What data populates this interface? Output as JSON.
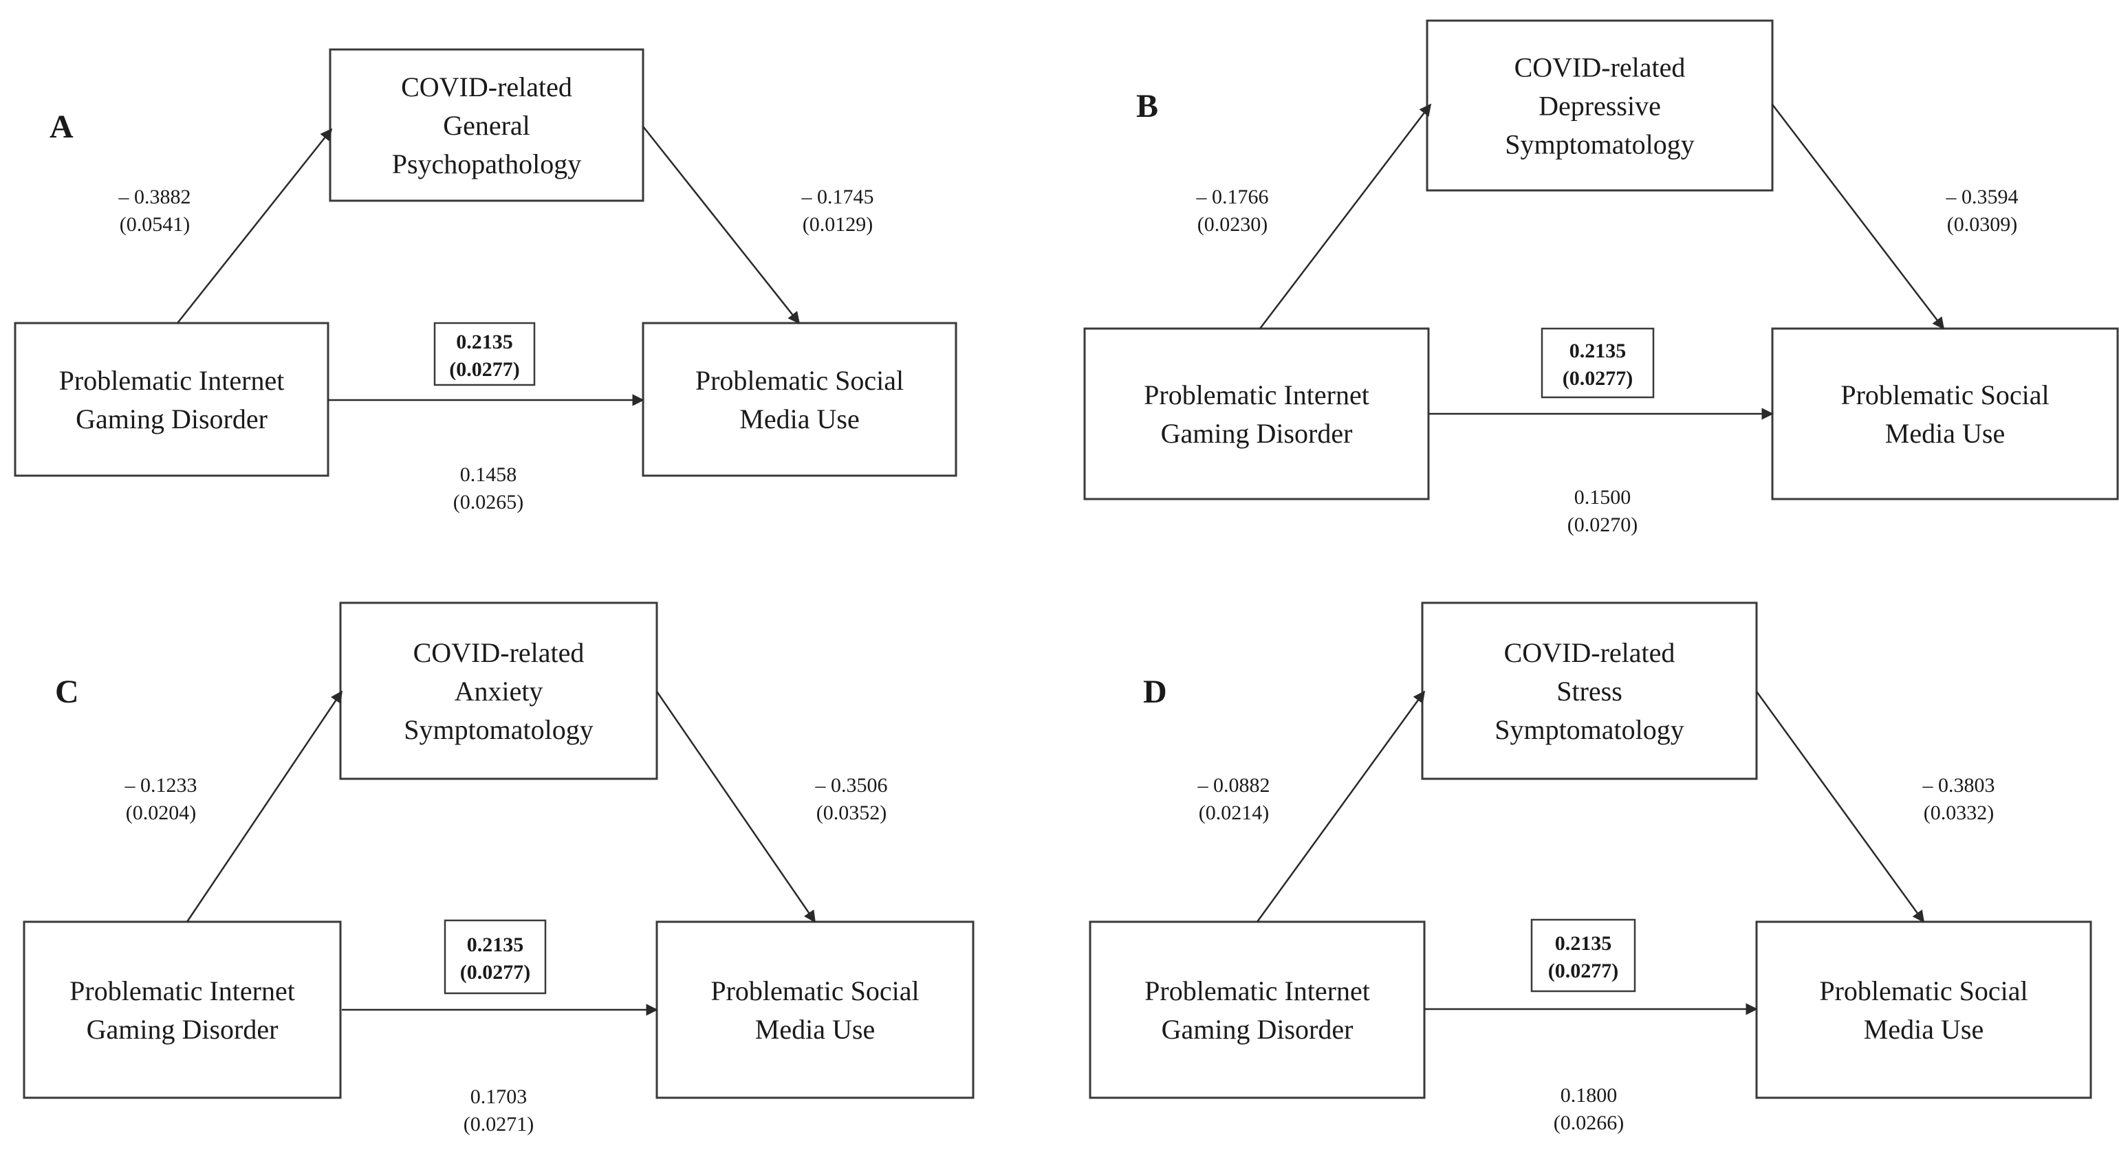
{
  "panels": [
    {
      "label": "A",
      "mediator": [
        "COVID-related",
        "General",
        "Psychopathology"
      ],
      "predictor": [
        "Problematic Internet",
        "Gaming Disorder"
      ],
      "outcome": [
        "Problematic Social",
        "Media Use"
      ],
      "path_a": [
        "– 0.3882",
        "(0.0541)"
      ],
      "path_b": [
        "– 0.1745",
        "(0.0129)"
      ],
      "total_effect": [
        "0.2135",
        "(0.0277)"
      ],
      "direct_effect": [
        "0.1458",
        "(0.0265)"
      ]
    },
    {
      "label": "B",
      "mediator": [
        "COVID-related",
        "Depressive",
        "Symptomatology"
      ],
      "predictor": [
        "Problematic Internet",
        "Gaming Disorder"
      ],
      "outcome": [
        "Problematic Social",
        "Media Use"
      ],
      "path_a": [
        "– 0.1766",
        "(0.0230)"
      ],
      "path_b": [
        "– 0.3594",
        "(0.0309)"
      ],
      "total_effect": [
        "0.2135",
        "(0.0277)"
      ],
      "direct_effect": [
        "0.1500",
        "(0.0270)"
      ]
    },
    {
      "label": "C",
      "mediator": [
        "COVID-related",
        "Anxiety",
        "Symptomatology"
      ],
      "predictor": [
        "Problematic Internet",
        "Gaming Disorder"
      ],
      "outcome": [
        "Problematic Social",
        "Media Use"
      ],
      "path_a": [
        "– 0.1233",
        "(0.0204)"
      ],
      "path_b": [
        "– 0.3506",
        "(0.0352)"
      ],
      "total_effect": [
        "0.2135",
        "(0.0277)"
      ],
      "direct_effect": [
        "0.1703",
        "(0.0271)"
      ]
    },
    {
      "label": "D",
      "mediator": [
        "COVID-related",
        "Stress",
        "Symptomatology"
      ],
      "predictor": [
        "Problematic Internet",
        "Gaming Disorder"
      ],
      "outcome": [
        "Problematic Social",
        "Media Use"
      ],
      "path_a": [
        "– 0.0882",
        "(0.0214)"
      ],
      "path_b": [
        "– 0.3803",
        "(0.0332)"
      ],
      "total_effect": [
        "0.2135",
        "(0.0277)"
      ],
      "direct_effect": [
        "0.1800",
        "(0.0266)"
      ]
    }
  ]
}
